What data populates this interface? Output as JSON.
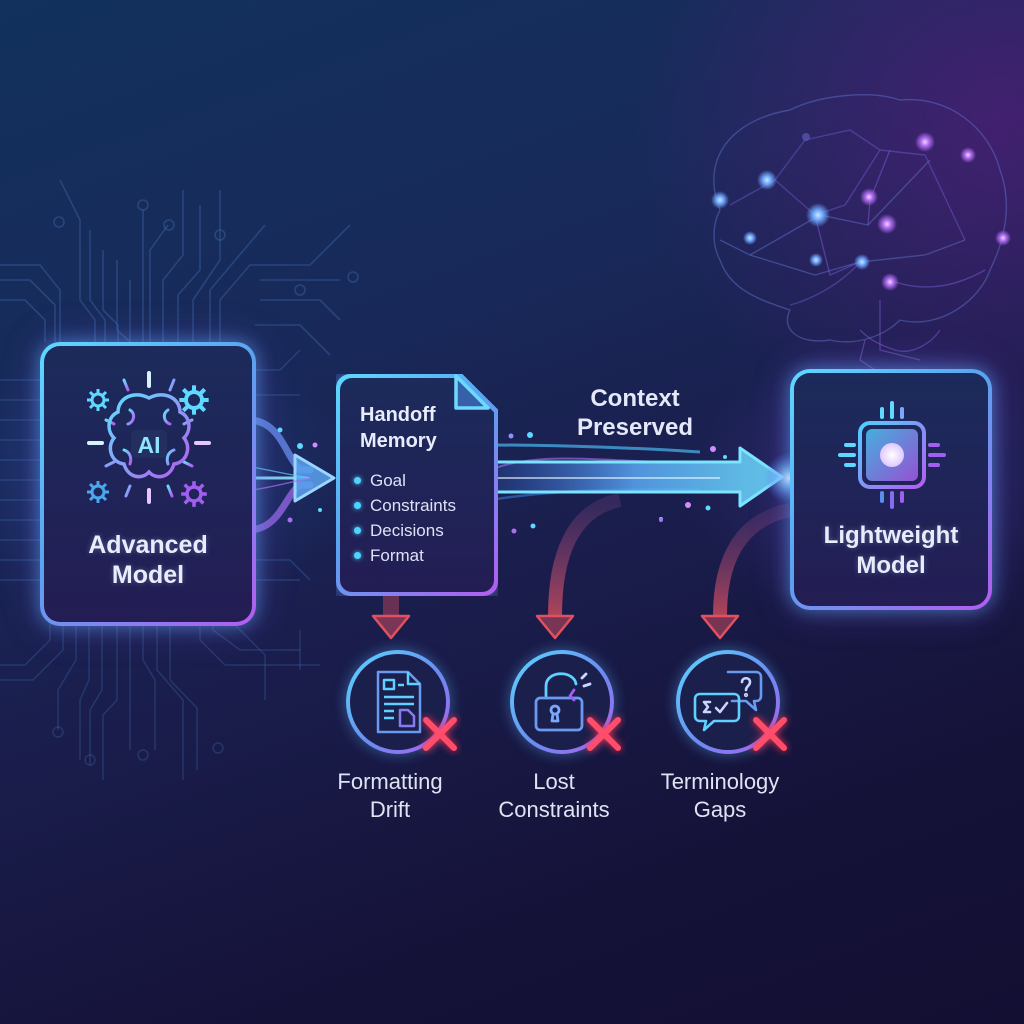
{
  "colors": {
    "cyan": "#5fd9ff",
    "blue": "#5aa3f0",
    "purple": "#b45cf0",
    "risk_red": "#ff4d6a",
    "background_top": "#12315c",
    "background_bottom": "#130f33"
  },
  "source_model": {
    "title": "Advanced Model",
    "icon": "brain-ai-icon",
    "badge": "AI"
  },
  "handoff_memory": {
    "title": "Handoff Memory",
    "icon": "document-icon",
    "items": [
      "Goal",
      "Constraints",
      "Decisions",
      "Format"
    ]
  },
  "flow": {
    "label": "Context Preserved",
    "icon": "arrow-right-icon"
  },
  "target_model": {
    "title": "Lightweight Model",
    "icon": "chip-icon"
  },
  "risks": [
    {
      "label": "Formatting Drift",
      "icon": "document-layout-icon",
      "status": "failed"
    },
    {
      "label": "Lost Constraints",
      "icon": "broken-lock-icon",
      "status": "failed"
    },
    {
      "label": "Terminology Gaps",
      "icon": "speech-bubbles-icon",
      "status": "failed"
    }
  ]
}
